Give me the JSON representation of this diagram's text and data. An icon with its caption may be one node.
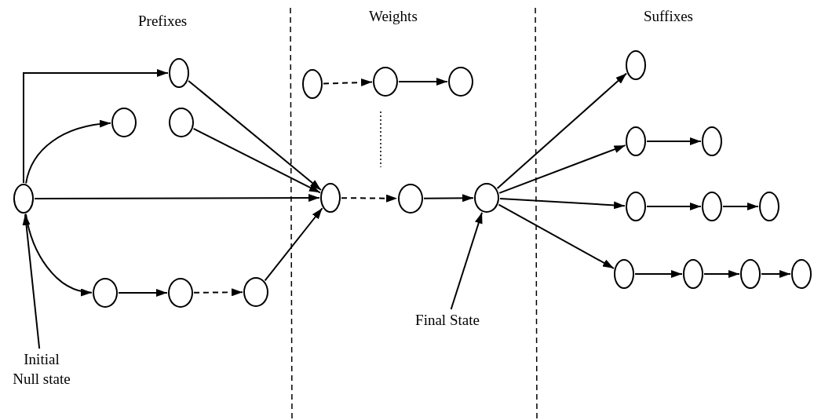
{
  "diagram": {
    "nodes": [
      {
        "text": [],
        "shape": "circle"
      },
      {
        "text": [],
        "shape": "circle"
      },
      {
        "text": [],
        "shape": "circle"
      },
      {
        "text": [],
        "shape": "circle"
      },
      {
        "text": [],
        "shape": "circle"
      },
      {
        "text": [],
        "shape": "circle"
      },
      {
        "text": [],
        "shape": "circle"
      },
      {
        "text": [],
        "shape": "circle"
      },
      {
        "text": [],
        "shape": "circle"
      },
      {
        "text": [],
        "shape": "circle"
      },
      {
        "text": [],
        "shape": "circle"
      },
      {
        "text": [],
        "shape": "circle"
      },
      {
        "text": [],
        "shape": "circle"
      },
      {
        "text": [],
        "shape": "circle"
      },
      {
        "text": [],
        "shape": "circle"
      },
      {
        "text": [],
        "shape": "circle"
      },
      {
        "text": [],
        "shape": "circle"
      },
      {
        "text": [],
        "shape": "circle"
      },
      {
        "text": [],
        "shape": "circle"
      },
      {
        "text": [],
        "shape": "circle"
      },
      {
        "text": [],
        "shape": "circle"
      },
      {
        "text": [],
        "shape": "circle"
      },
      {
        "text": [],
        "shape": "circle"
      },
      {
        "text": [
          "Initial Null state"
        ]
      },
      {
        "text": [
          "Final State"
        ]
      }
    ],
    "edges": [
      {
        "from": 0,
        "to": 1,
        "arrow": "to"
      },
      {
        "from": 0,
        "to": 2,
        "arrow": "to"
      },
      {
        "from": 0,
        "to": 7,
        "arrow": "to"
      },
      {
        "from": 0,
        "to": 4,
        "arrow": "to"
      },
      {
        "from": 1,
        "to": 7,
        "arrow": "to"
      },
      {
        "from": 3,
        "to": 7,
        "arrow": "to"
      },
      {
        "from": 4,
        "to": 5,
        "arrow": "to"
      },
      {
        "from": 5,
        "to": 6,
        "arrow": "to",
        "style": "dashed"
      },
      {
        "from": 6,
        "to": 7,
        "arrow": "to"
      },
      {
        "from": 8,
        "to": 9,
        "arrow": "to",
        "style": "dashed"
      },
      {
        "from": 9,
        "to": 10,
        "arrow": "to"
      },
      {
        "from": 7,
        "to": 11,
        "arrow": "to",
        "style": "dashed"
      },
      {
        "from": 11,
        "to": 12,
        "arrow": "to"
      },
      {
        "from": 12,
        "to": 13,
        "arrow": "to"
      },
      {
        "from": 12,
        "to": 14,
        "arrow": "to"
      },
      {
        "from": 12,
        "to": 16,
        "arrow": "to"
      },
      {
        "from": 12,
        "to": 19,
        "arrow": "to"
      },
      {
        "from": 14,
        "to": 15,
        "arrow": "to"
      },
      {
        "from": 16,
        "to": 17,
        "arrow": "to"
      },
      {
        "from": 17,
        "to": 18,
        "arrow": "to"
      },
      {
        "from": 19,
        "to": 20,
        "arrow": "to"
      },
      {
        "from": 20,
        "to": 21,
        "arrow": "to"
      },
      {
        "from": 21,
        "to": 22,
        "arrow": "to"
      },
      {
        "from": 23,
        "to": 0,
        "arrow": "to"
      },
      {
        "from": 24,
        "to": 12,
        "arrow": "to"
      }
    ],
    "labels": [
      "Prefixes",
      "Weights",
      "Suffixes"
    ]
  }
}
